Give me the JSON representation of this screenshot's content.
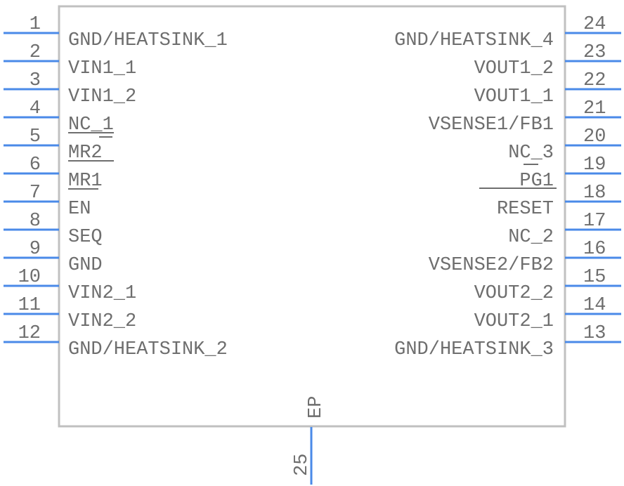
{
  "colors": {
    "pin": "#4a8ae8",
    "body": "#c0c0c0",
    "text": "#6e6e6e"
  },
  "left_pins": [
    {
      "number": "1",
      "label": "GND/HEATSINK_1"
    },
    {
      "number": "2",
      "label": "VIN1_1"
    },
    {
      "number": "3",
      "label": "VIN1_2"
    },
    {
      "number": "4",
      "label": "NC_1"
    },
    {
      "number": "5",
      "label": "MR2"
    },
    {
      "number": "6",
      "label": "MR1"
    },
    {
      "number": "7",
      "label": "EN"
    },
    {
      "number": "8",
      "label": "SEQ"
    },
    {
      "number": "9",
      "label": "GND"
    },
    {
      "number": "10",
      "label": "VIN2_1"
    },
    {
      "number": "11",
      "label": "VIN2_2"
    },
    {
      "number": "12",
      "label": "GND/HEATSINK_2"
    }
  ],
  "right_pins": [
    {
      "number": "24",
      "label": "GND/HEATSINK_4"
    },
    {
      "number": "23",
      "label": "VOUT1_2"
    },
    {
      "number": "22",
      "label": "VOUT1_1"
    },
    {
      "number": "21",
      "label": "VSENSE1/FB1"
    },
    {
      "number": "20",
      "label": "NC_3"
    },
    {
      "number": "19",
      "label": "PG1"
    },
    {
      "number": "18",
      "label": "RESET"
    },
    {
      "number": "17",
      "label": "NC_2"
    },
    {
      "number": "16",
      "label": "VSENSE2/FB2"
    },
    {
      "number": "15",
      "label": "VOUT2_2"
    },
    {
      "number": "14",
      "label": "VOUT2_1"
    },
    {
      "number": "13",
      "label": "GND/HEATSINK_3"
    }
  ],
  "bottom_pin": {
    "number": "25",
    "label": "EP"
  }
}
